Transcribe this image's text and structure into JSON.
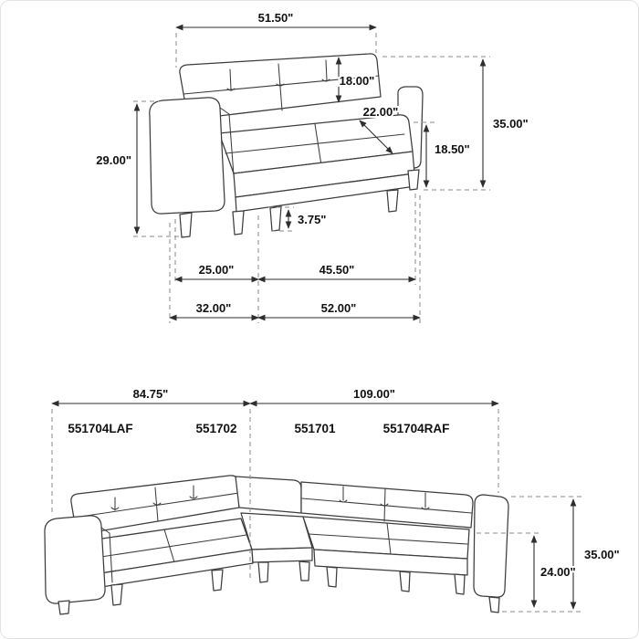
{
  "loveseat_diagram": {
    "dimensions": {
      "overall_back_width": "51.50\"",
      "back_cushion_height": "18.00\"",
      "seat_depth": "22.00\"",
      "left_height": "29.00\"",
      "overall_height": "35.00\"",
      "seat_height": "18.50\"",
      "leg_height": "3.75\"",
      "arm_front_width": "25.00\"",
      "seat_width": "45.50\"",
      "overall_depth": "32.00\"",
      "overall_width": "52.00\""
    }
  },
  "sectional_diagram": {
    "part_labels": [
      "551704LAF",
      "551702",
      "551701",
      "551704RAF"
    ],
    "dimensions": {
      "left_width": "84.75\"",
      "right_width": "109.00\"",
      "overall_height": "35.00\"",
      "back_height": "24.00\""
    }
  }
}
